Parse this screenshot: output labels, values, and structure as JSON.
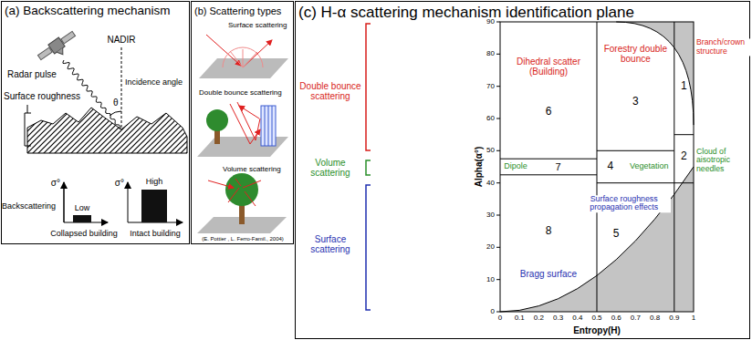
{
  "diagram": {
    "nodes": [
      {
        "text": [
          "(a) Backscattering mechanism"
        ]
      },
      {
        "text": [
          "(b) Scattering types"
        ]
      },
      {
        "text": [
          "(c) H-α scattering mechanism identification plane"
        ]
      }
    ],
    "labels": [
      "NADIR",
      "Radar pulse",
      "Surface roughness",
      "Incidence angle",
      "θ",
      "σ°",
      "σ°",
      "Backscattering",
      "Low",
      "High",
      "Collapsed building",
      "Intact building",
      "Surface scattering",
      "Double bounce scattering",
      "Volume scattering",
      "(E. Pottier , L. Ferro-Famil., 2004)",
      "Double bounce scattering",
      "Volume scattering",
      "Surface scattering",
      "Dihedral scatter (Building)",
      "6",
      "Forestry double bounce",
      "3",
      "Branch/crown structure",
      "1",
      "4",
      "Vegetation",
      "Dipole",
      "7",
      "2",
      "Cloud of aisotropic needles",
      "Surface roughness propagation effects",
      "8",
      "Bragg surface",
      "5",
      "0",
      "10",
      "20",
      "30",
      "40",
      "50",
      "60",
      "70",
      "80",
      "90",
      "0",
      "0.1",
      "0.2",
      "0.3",
      "0.4",
      "0.5",
      "0.6",
      "0.7",
      "0.8",
      "0.9",
      "1",
      "Alpha(α°)",
      "Entropy(H)"
    ]
  }
}
